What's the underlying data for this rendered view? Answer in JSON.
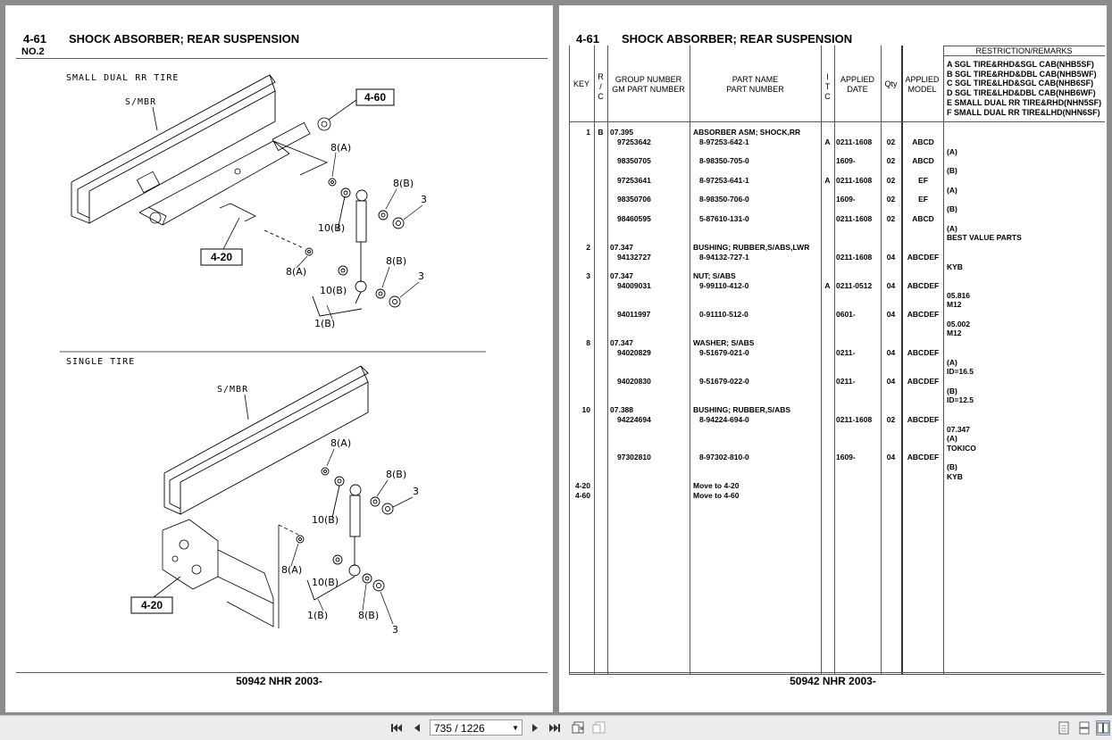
{
  "left_page": {
    "section_number": "4-61",
    "section_title": "SHOCK ABSORBER; REAR SUSPENSION",
    "sub_label": "NO.2",
    "diagram_top": {
      "caption": "SMALL DUAL RR TIRE",
      "frame_label": "S/MBR",
      "callouts": [
        "4-60",
        "4-20"
      ],
      "labels": [
        "8(A)",
        "8(B)",
        "3",
        "10(B)",
        "8(A)",
        "8(B)",
        "3",
        "10(B)",
        "1(B)"
      ]
    },
    "diagram_bottom": {
      "caption": "SINGLE TIRE",
      "frame_label": "S/MBR",
      "callouts": [
        "4-20"
      ],
      "labels": [
        "8(A)",
        "8(B)",
        "3",
        "10(B)",
        "8(A)",
        "10(B)",
        "1(B)",
        "8(B)",
        "3"
      ]
    },
    "footer": "50942 NHR 2003-"
  },
  "right_page": {
    "section_number": "4-61",
    "section_title": "SHOCK ABSORBER; REAR SUSPENSION",
    "headers": {
      "key": "KEY",
      "rc": "R\n/\nC",
      "group_number": "GROUP NUMBER\nGM PART NUMBER",
      "part_name": "PART NAME\nPART NUMBER",
      "itc": "I\nT\nC",
      "applied_date": "APPLIED\nDATE",
      "qty": "Qty",
      "applied_model": "APPLIED\nMODEL",
      "remarks": "RESTRICTION/REMARKS"
    },
    "restrictions": [
      "A SGL TIRE&RHD&SGL CAB(NHB5SF)",
      "B SGL TIRE&RHD&DBL CAB(NHB5WF)",
      "C SGL TIRE&LHD&SGL CAB(NHB6SF)",
      "D SGL TIRE&LHD&DBL CAB(NHB6WF)",
      "E SMALL DUAL RR TIRE&RHD(NHN5SF)",
      "F SMALL DUAL RR TIRE&LHD(NHN6SF)"
    ],
    "rows": [
      {
        "key": "1",
        "rc": "B",
        "group": "07.395",
        "gm": "",
        "name": "ABSORBER ASM; SHOCK,RR",
        "pn": "",
        "itc": "",
        "date": "",
        "qty": "",
        "model": "",
        "remarks": []
      },
      {
        "key": "",
        "rc": "",
        "group": "",
        "gm": "97253642",
        "name": "",
        "pn": "8-97253-642-1",
        "itc": "A",
        "date": "0211-1608",
        "qty": "02",
        "model": "ABCD",
        "remarks": [
          "(A)"
        ]
      },
      {
        "key": "",
        "rc": "",
        "group": "",
        "gm": "98350705",
        "name": "",
        "pn": "8-98350-705-0",
        "itc": "",
        "date": "1609-",
        "qty": "02",
        "model": "ABCD",
        "remarks": [
          "(B)"
        ]
      },
      {
        "key": "",
        "rc": "",
        "group": "",
        "gm": "97253641",
        "name": "",
        "pn": "8-97253-641-1",
        "itc": "A",
        "date": "0211-1608",
        "qty": "02",
        "model": "EF",
        "remarks": [
          "(A)"
        ]
      },
      {
        "key": "",
        "rc": "",
        "group": "",
        "gm": "98350706",
        "name": "",
        "pn": "8-98350-706-0",
        "itc": "",
        "date": "1609-",
        "qty": "02",
        "model": "EF",
        "remarks": [
          "(B)"
        ]
      },
      {
        "key": "",
        "rc": "",
        "group": "",
        "gm": "98460595",
        "name": "",
        "pn": "5-87610-131-0",
        "itc": "",
        "date": "0211-1608",
        "qty": "02",
        "model": "ABCD",
        "remarks": [
          "(A)",
          "BEST VALUE PARTS"
        ]
      },
      {
        "key": "2",
        "rc": "",
        "group": "07.347",
        "gm": "",
        "name": "BUSHING; RUBBER,S/ABS,LWR",
        "pn": "",
        "itc": "",
        "date": "",
        "qty": "",
        "model": "",
        "remarks": []
      },
      {
        "key": "",
        "rc": "",
        "group": "",
        "gm": "94132727",
        "name": "",
        "pn": "8-94132-727-1",
        "itc": "",
        "date": "0211-1608",
        "qty": "04",
        "model": "ABCDEF",
        "remarks": [
          "KYB"
        ]
      },
      {
        "key": "3",
        "rc": "",
        "group": "07.347",
        "gm": "",
        "name": "NUT; S/ABS",
        "pn": "",
        "itc": "",
        "date": "",
        "qty": "",
        "model": "",
        "remarks": []
      },
      {
        "key": "",
        "rc": "",
        "group": "",
        "gm": "94009031",
        "name": "",
        "pn": "9-99110-412-0",
        "itc": "A",
        "date": "0211-0512",
        "qty": "04",
        "model": "ABCDEF",
        "remarks": [
          "05.816",
          "M12"
        ]
      },
      {
        "key": "",
        "rc": "",
        "group": "",
        "gm": "94011997",
        "name": "",
        "pn": "0-91110-512-0",
        "itc": "",
        "date": "0601-",
        "qty": "04",
        "model": "ABCDEF",
        "remarks": [
          "05.002",
          "M12"
        ]
      },
      {
        "key": "8",
        "rc": "",
        "group": "07.347",
        "gm": "",
        "name": "WASHER; S/ABS",
        "pn": "",
        "itc": "",
        "date": "",
        "qty": "",
        "model": "",
        "remarks": []
      },
      {
        "key": "",
        "rc": "",
        "group": "",
        "gm": "94020829",
        "name": "",
        "pn": "9-51679-021-0",
        "itc": "",
        "date": "0211-",
        "qty": "04",
        "model": "ABCDEF",
        "remarks": [
          "(A)",
          "ID=16.5"
        ]
      },
      {
        "key": "",
        "rc": "",
        "group": "",
        "gm": "94020830",
        "name": "",
        "pn": "9-51679-022-0",
        "itc": "",
        "date": "0211-",
        "qty": "04",
        "model": "ABCDEF",
        "remarks": [
          "(B)",
          "ID=12.5"
        ]
      },
      {
        "key": "10",
        "rc": "",
        "group": "07.388",
        "gm": "",
        "name": "BUSHING; RUBBER,S/ABS",
        "pn": "",
        "itc": "",
        "date": "",
        "qty": "",
        "model": "",
        "remarks": []
      },
      {
        "key": "",
        "rc": "",
        "group": "",
        "gm": "94224694",
        "name": "",
        "pn": "8-94224-694-0",
        "itc": "",
        "date": "0211-1608",
        "qty": "02",
        "model": "ABCDEF",
        "remarks": [
          "07.347",
          "(A)",
          "TOKICO"
        ]
      },
      {
        "key": "",
        "rc": "",
        "group": "",
        "gm": "97302810",
        "name": "",
        "pn": "8-97302-810-0",
        "itc": "",
        "date": "1609-",
        "qty": "04",
        "model": "ABCDEF",
        "remarks": [
          "(B)",
          "KYB"
        ]
      },
      {
        "key": "4-20",
        "rc": "",
        "group": "",
        "gm": "",
        "name": "Move to 4-20",
        "pn": "",
        "itc": "",
        "date": "",
        "qty": "",
        "model": "",
        "remarks": []
      },
      {
        "key": "4-60",
        "rc": "",
        "group": "",
        "gm": "",
        "name": "Move to 4-60",
        "pn": "",
        "itc": "",
        "date": "",
        "qty": "",
        "model": "",
        "remarks": []
      }
    ],
    "footer": "50942 NHR 2003-"
  },
  "toolbar": {
    "page_indicator": "735 / 1226",
    "icons": [
      "first-page-icon",
      "prev-page-icon",
      "next-page-icon",
      "last-page-icon",
      "fit-page-icon",
      "fit-width-icon",
      "single-page-icon",
      "continuous-page-icon",
      "two-page-icon"
    ]
  }
}
